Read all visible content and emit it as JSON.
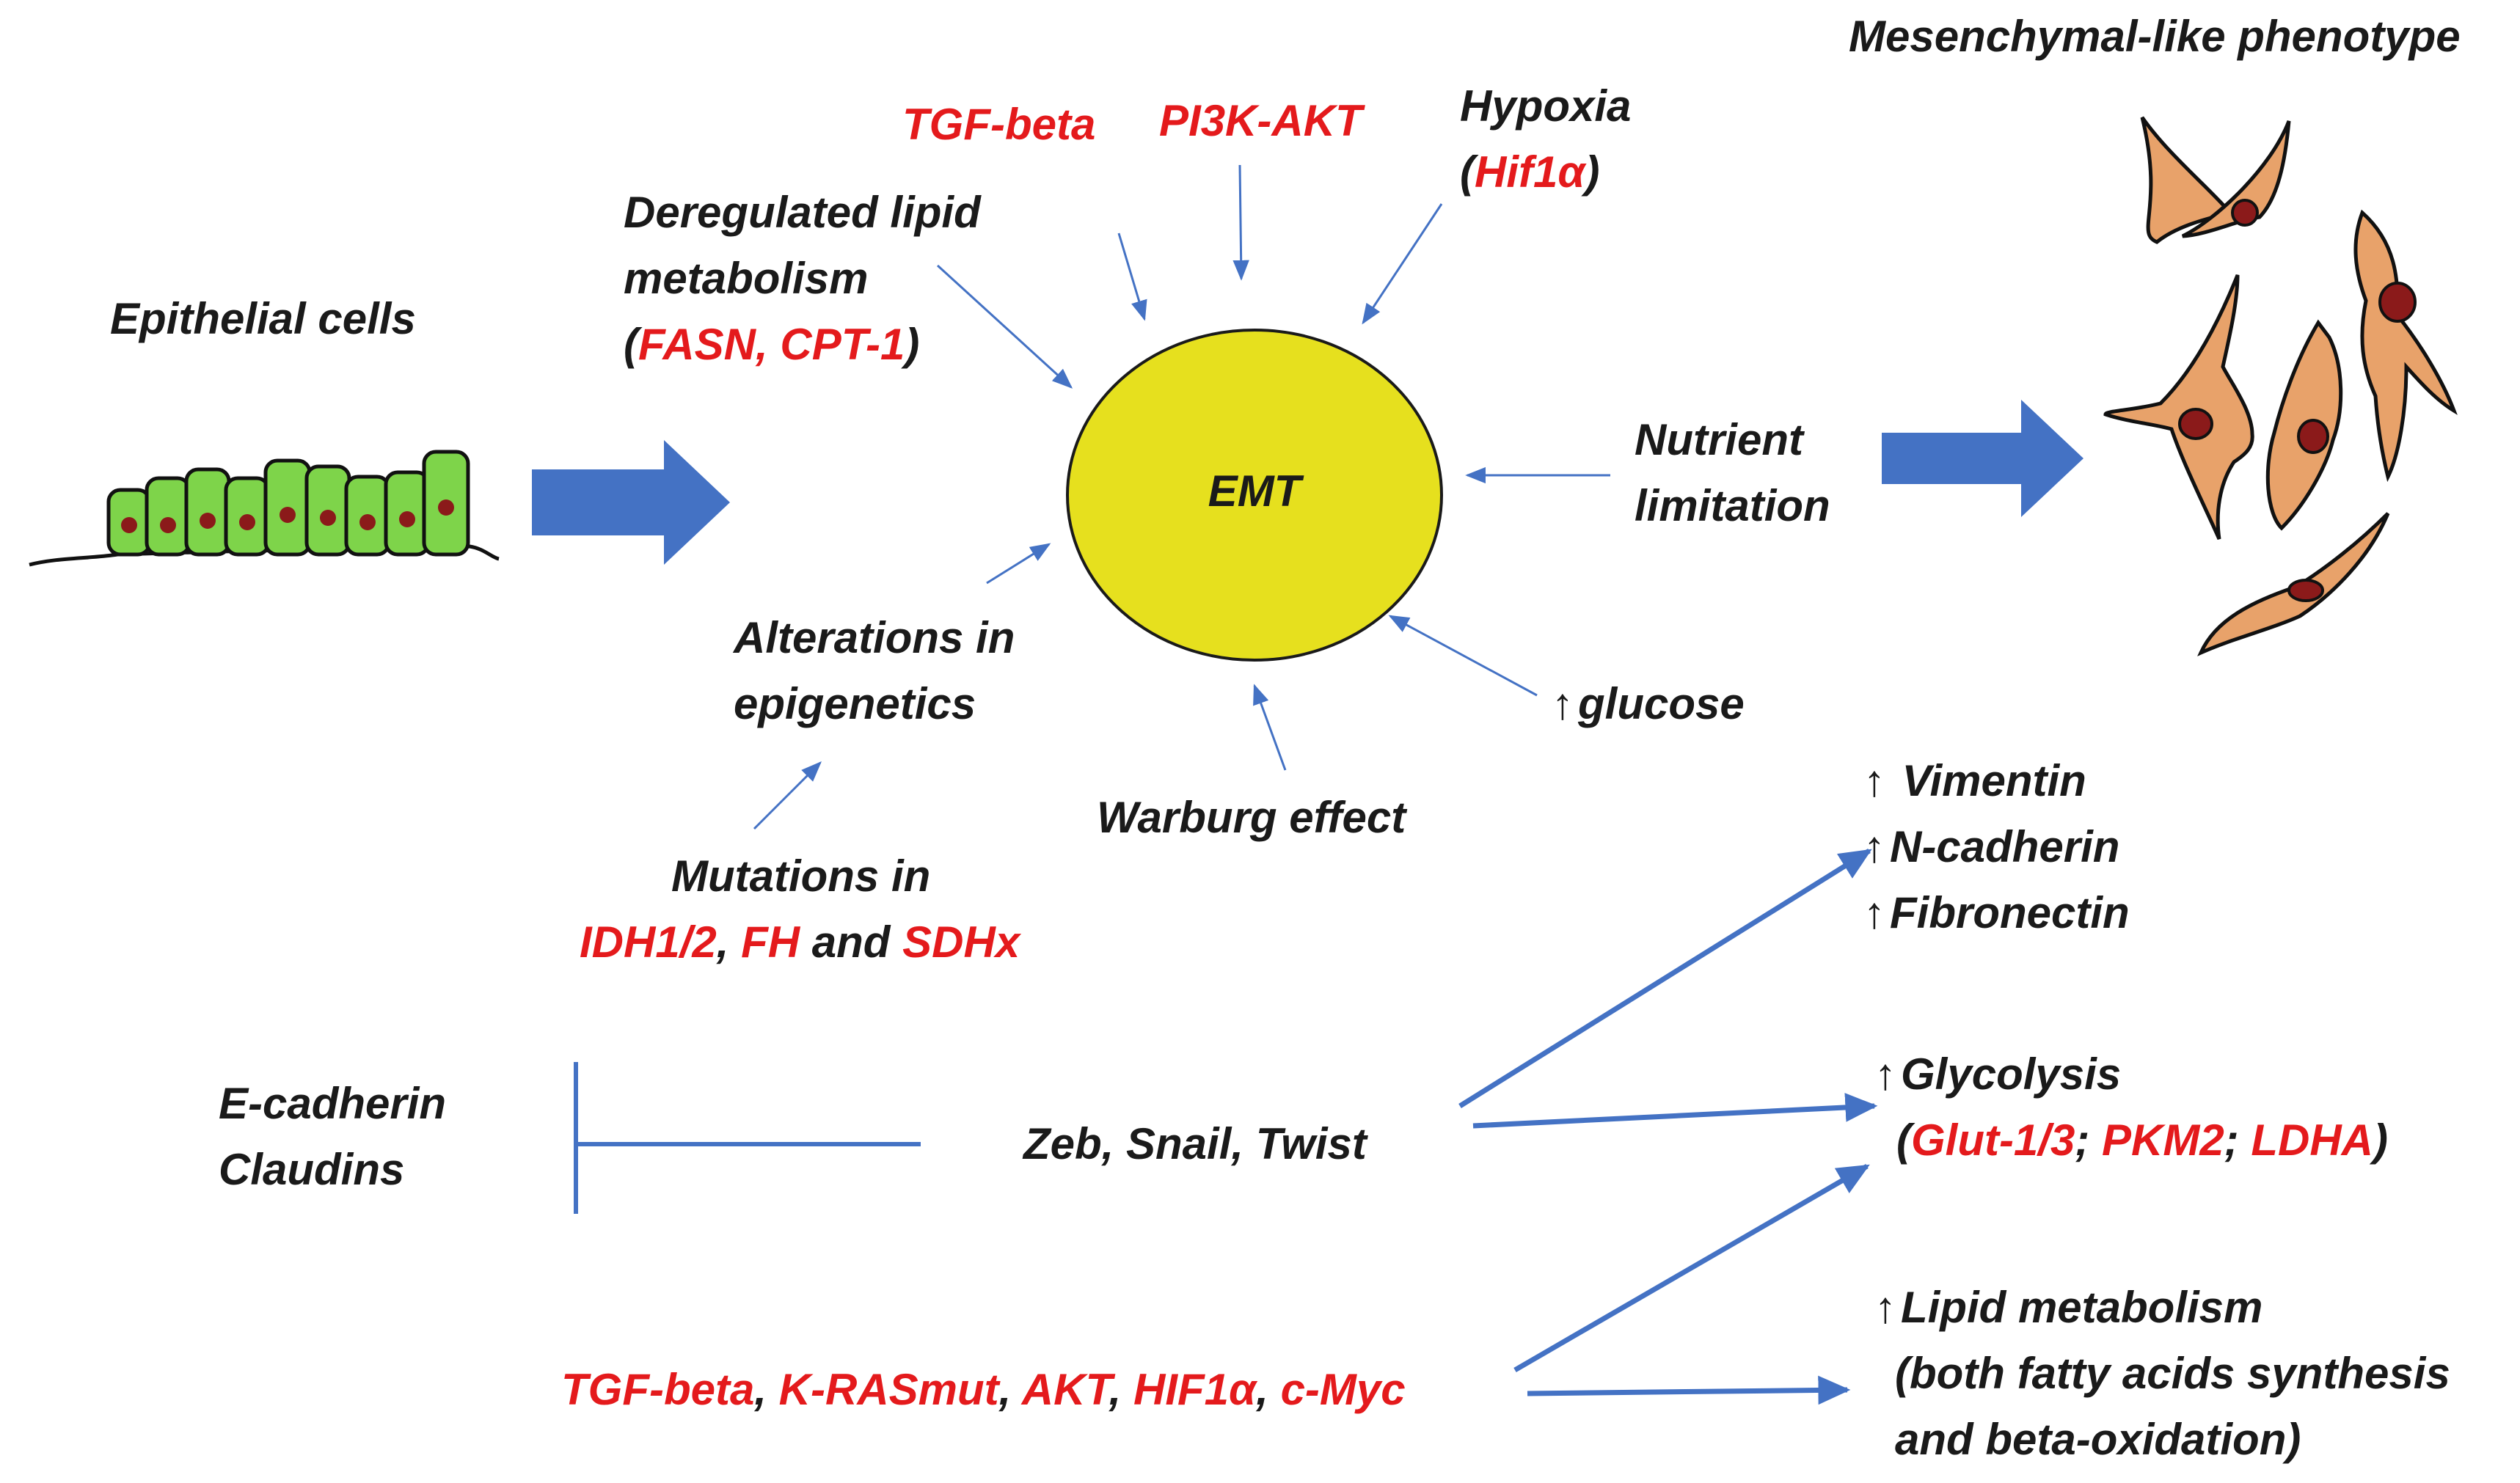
{
  "nodes": {
    "epithelial": "Epithelial cells",
    "mesenchymal": "Mesenchymal-like phenotype",
    "emt": "EMT",
    "tgf_beta": "TGF-beta",
    "pi3k": "PI3K-AKT",
    "hypoxia": {
      "line1": "Hypoxia",
      "open": "(",
      "red": "Hif1α",
      "close": ")"
    },
    "lipid": {
      "line1": "Deregulated lipid",
      "line2": "metabolism",
      "open": "(",
      "red1": "FASN",
      "sep": ", ",
      "red2": "CPT-1",
      "close": ")"
    },
    "nutrient": {
      "line1": "Nutrient",
      "line2": "limitation"
    },
    "glucose": {
      "arrow": "↑",
      "text": "glucose"
    },
    "warburg": "Warburg effect",
    "epigenetics": {
      "line1": "Alterations  in",
      "line2": "epigenetics"
    },
    "mutations": {
      "line1": "Mutations in",
      "red1": "IDH1/2",
      "sep1": ", ",
      "red2": "FH",
      "sep2": " and ",
      "red3": "SDHx"
    },
    "ecadherin": {
      "line1": "E-cadherin",
      "line2": "Claudins"
    },
    "zeb": "Zeb, Snail, Twist",
    "vimentin": {
      "arrow": "↑",
      "l1": " Vimentin",
      "l2": "N-cadherin",
      "l3": "Fibronectin"
    },
    "glycolysis": {
      "arrow": "↑",
      "text": "Glycolysis",
      "open": "(",
      "red1": "Glut-1/3",
      "sep1": "; ",
      "red2": "PKM2",
      "sep2": "; ",
      "red3": "LDHA",
      "close": ")"
    },
    "lipid_met": {
      "arrow": "↑",
      "text": "Lipid metabolism",
      "line2": "(both fatty acids synthesis",
      "line3": "and beta-oxidation)"
    },
    "drivers": {
      "r1": "TGF-beta",
      "s1": ", ",
      "r2": "K-RASmut",
      "s2": ", ",
      "r3": "AKT",
      "s3": ", ",
      "r4": "HIF1α",
      "s4": ", ",
      "r5": "c-Myc"
    }
  },
  "colors": {
    "red_text": "#e41a1c",
    "dark_text": "#1a1a1a",
    "arrow_blue": "#4472c4",
    "emt_fill": "#e6e01e",
    "epithelial_green": "#7ed44a",
    "nucleus": "#8b1a1a",
    "mesenchymal_cell": "#e8a26a"
  }
}
